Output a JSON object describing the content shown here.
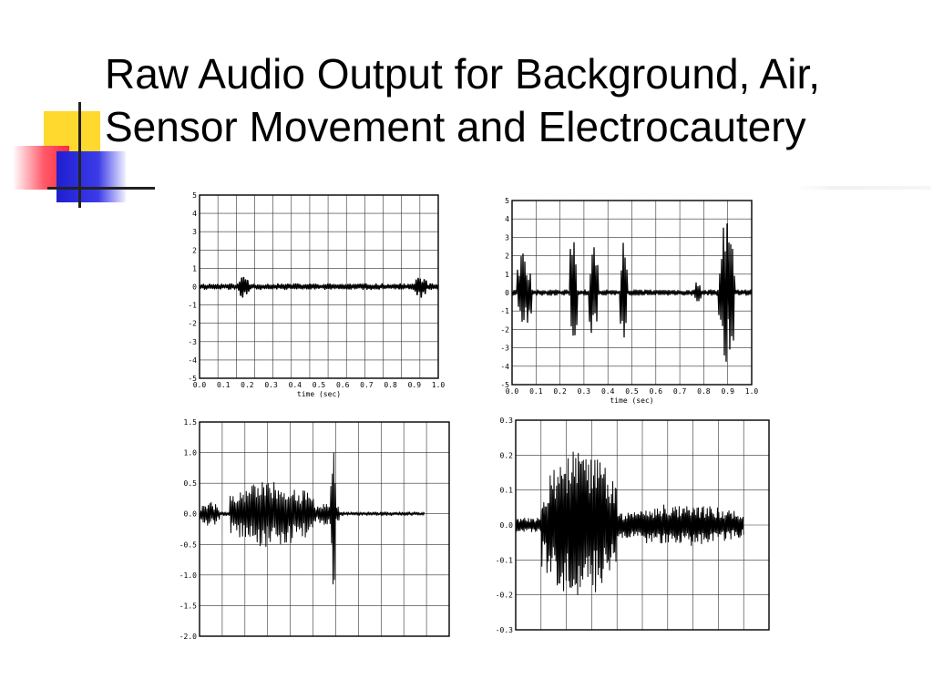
{
  "slide": {
    "title_line1": "Raw Audio Output for Background, Air,",
    "title_line2": "Sensor Movement and Electrocautery",
    "colors": {
      "yellow": "#ffd92e",
      "red": "#ff2b3c",
      "blue": "#2323d8",
      "ink": "#000000"
    }
  },
  "chart_data": [
    {
      "type": "line",
      "title": "",
      "xlabel": "time (sec)",
      "ylabel": "",
      "xlim": [
        0.0,
        1.0
      ],
      "ylim": [
        -5,
        5
      ],
      "x_ticks": [
        "0.0",
        "0.1",
        "0.2",
        "0.3",
        "0.4",
        "0.5",
        "0.6",
        "0.7",
        "0.8",
        "0.9",
        "1.0"
      ],
      "y_ticks": [
        "5",
        "4",
        "3",
        "2",
        "1",
        "0",
        "-1",
        "-2",
        "-3",
        "-4",
        "-5"
      ],
      "grid": true,
      "bursts": [
        {
          "t_start": 0.16,
          "t_end": 0.21,
          "peak_amplitude": 0.6
        },
        {
          "t_start": 0.9,
          "t_end": 0.95,
          "peak_amplitude": 0.6
        }
      ],
      "baseline_amplitude": 0.15
    },
    {
      "type": "line",
      "title": "",
      "xlabel": "time (sec)",
      "ylabel": "",
      "xlim": [
        0.0,
        1.0
      ],
      "ylim": [
        -5,
        5
      ],
      "x_ticks": [
        "0.0",
        "0.1",
        "0.2",
        "0.3",
        "0.4",
        "0.5",
        "0.6",
        "0.7",
        "0.8",
        "0.9",
        "1.0"
      ],
      "y_ticks": [
        "5",
        "4",
        "3",
        "2",
        "1",
        "0",
        "-1",
        "-2",
        "-3",
        "-4",
        "-5"
      ],
      "grid": true,
      "bursts": [
        {
          "t_start": 0.02,
          "t_end": 0.08,
          "peak_amplitude": 2.2
        },
        {
          "t_start": 0.24,
          "t_end": 0.27,
          "peak_amplitude": 3.6
        },
        {
          "t_start": 0.32,
          "t_end": 0.36,
          "peak_amplitude": 2.5
        },
        {
          "t_start": 0.45,
          "t_end": 0.48,
          "peak_amplitude": 3.4
        },
        {
          "t_start": 0.76,
          "t_end": 0.79,
          "peak_amplitude": 0.6
        },
        {
          "t_start": 0.86,
          "t_end": 0.93,
          "peak_amplitude": 3.9
        }
      ],
      "baseline_amplitude": 0.15
    },
    {
      "type": "line",
      "title": "",
      "xlabel": "",
      "ylabel": "",
      "xlim": [
        0,
        1
      ],
      "ylim": [
        -2.0,
        1.5
      ],
      "y_ticks": [
        "1.5",
        "1.0",
        "0.5",
        "0.0",
        "-0.5",
        "-1.0",
        "-1.5",
        "-2.0"
      ],
      "grid": true,
      "signal_end": 0.9,
      "bursts": [
        {
          "t_start": 0.0,
          "t_end": 0.08,
          "peak_amplitude": 0.2
        },
        {
          "t_start": 0.12,
          "t_end": 0.46,
          "peak_amplitude": 0.55
        },
        {
          "t_start": 0.46,
          "t_end": 0.56,
          "peak_amplitude": 0.2
        },
        {
          "t_start": 0.525,
          "t_end": 0.545,
          "peak_amplitude": 1.3
        }
      ],
      "baseline_amplitude": 0.03
    },
    {
      "type": "line",
      "title": "",
      "xlabel": "",
      "ylabel": "",
      "xlim": [
        0,
        1
      ],
      "ylim": [
        -0.3,
        0.3
      ],
      "y_ticks": [
        "0.3",
        "0.2",
        "0.1",
        "0.0",
        "-0.1",
        "-0.2",
        "-0.3"
      ],
      "grid": true,
      "signal_end": 0.9,
      "bursts": [
        {
          "t_start": 0.1,
          "t_end": 0.4,
          "peak_amplitude": 0.22
        },
        {
          "t_start": 0.4,
          "t_end": 0.9,
          "peak_amplitude": 0.06
        }
      ],
      "baseline_amplitude": 0.02
    }
  ]
}
